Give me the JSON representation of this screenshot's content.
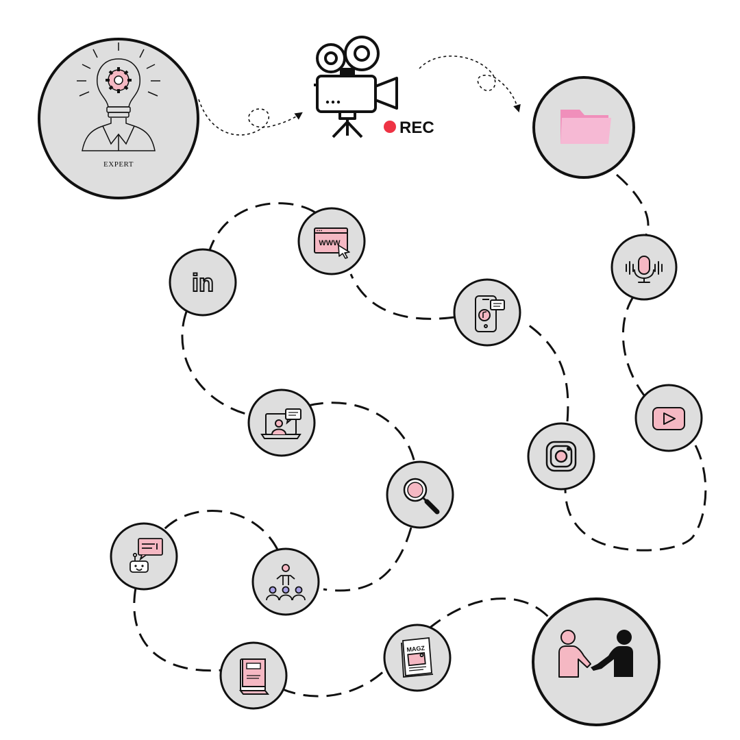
{
  "labels": {
    "expert": "EXPERT",
    "rec": "REC",
    "www": "WWW",
    "linkedin": "in",
    "magazine": "MAGZ"
  },
  "colors": {
    "circle_fill": "#dedede",
    "stroke": "#111111",
    "accent_pink": "#f5b8c3",
    "folder_pink": "#f3a8c9",
    "rec_red": "#ee3344",
    "node_purple": "#a9a2e6"
  },
  "nodes": [
    {
      "name": "expert",
      "icon": "lightbulb-gear-person-icon"
    },
    {
      "name": "video-camera",
      "icon": "movie-camera-icon"
    },
    {
      "name": "folder",
      "icon": "folder-icon"
    },
    {
      "name": "podcast",
      "icon": "microphone-icon"
    },
    {
      "name": "youtube",
      "icon": "play-button-icon"
    },
    {
      "name": "instagram",
      "icon": "instagram-icon"
    },
    {
      "name": "tiktok",
      "icon": "phone-tiktok-icon"
    },
    {
      "name": "website",
      "icon": "browser-www-icon"
    },
    {
      "name": "linkedin",
      "icon": "linkedin-icon"
    },
    {
      "name": "webinar",
      "icon": "laptop-chat-icon"
    },
    {
      "name": "search",
      "icon": "magnifier-icon"
    },
    {
      "name": "audience",
      "icon": "presenter-audience-icon"
    },
    {
      "name": "chatbot",
      "icon": "robot-chat-icon"
    },
    {
      "name": "ebook",
      "icon": "book-icon"
    },
    {
      "name": "magazine",
      "icon": "magazine-icon"
    },
    {
      "name": "handshake",
      "icon": "handshake-icon"
    }
  ]
}
